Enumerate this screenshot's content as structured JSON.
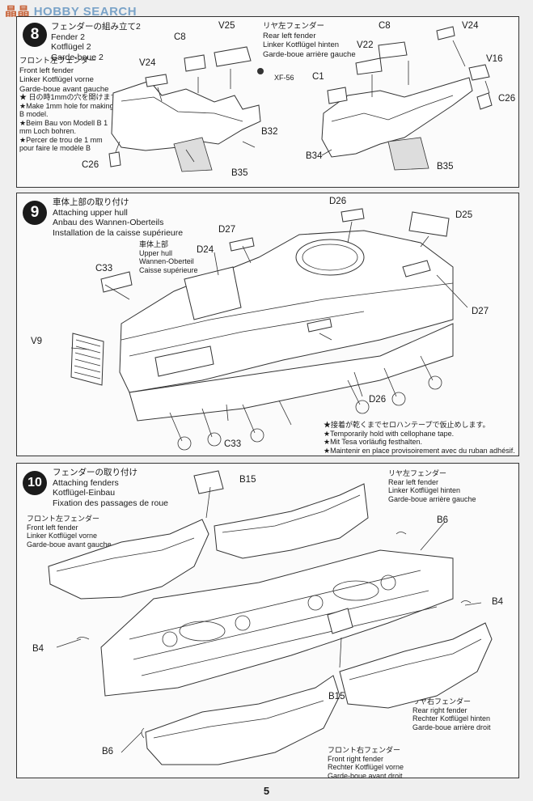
{
  "watermark": {
    "cn": "晶晶",
    "en": "HOBBY SEARCH"
  },
  "page_number": "5",
  "step8": {
    "number": "8",
    "title": [
      "フェンダーの組み立て2",
      "Fender 2",
      "Kotflügel 2",
      "Garde-boue 2"
    ],
    "front_left": [
      "フロント左フェンダー",
      "Front left fender",
      "Linker Kotflügel vorne",
      "Garde-boue avant gauche"
    ],
    "note": [
      "★ 日の時1mmの穴を開けます。",
      "★Make 1mm hole for making",
      "   B model.",
      "★Beim Bau von Modell B  1",
      "mm Loch bohren.",
      "★Percer de trou de 1 mm",
      "pour faire le modèle B"
    ],
    "rear_left": [
      "リヤ左フェンダー",
      "Rear left fender",
      "Linker Kotflügel hinten",
      "Garde-boue arrière gauche"
    ],
    "parts": {
      "c8a": "C8",
      "v25": "V25",
      "xf56": "XF-56",
      "v24a": "V24",
      "b32": "B32",
      "b35a": "B35",
      "c26a": "C26",
      "c8b": "C8",
      "v24b": "V24",
      "v22": "V22",
      "c1": "C1",
      "v16": "V16",
      "c26b": "C26",
      "b34": "B34",
      "b35b": "B35"
    }
  },
  "step9": {
    "number": "9",
    "title": [
      "車体上部の取り付け",
      "Attaching upper hull",
      "Anbau des Wannen-Oberteils",
      "Installation de la caisse supérieure"
    ],
    "upper_hull": [
      "車体上部",
      "Upper hull",
      "Wannen-Oberteil",
      "Caisse supérieure"
    ],
    "note": [
      "★接着が乾くまでセロハンテープで仮止めします。",
      "★Temporarily hold with cellophane tape.",
      "★Mit Tesa vorläufig festhalten.",
      "★Maintenir en place provisoirement avec du ruban adhésif."
    ],
    "parts": {
      "d26a": "D26",
      "d25": "D25",
      "d27a": "D27",
      "d24": "D24",
      "c33a": "C33",
      "v9": "V9",
      "d27b": "D27",
      "d26b": "D26",
      "c33b": "C33"
    }
  },
  "step10": {
    "number": "10",
    "title": [
      "フェンダーの取り付け",
      "Attaching fenders",
      "Kotflügel-Einbau",
      "Fixation des passages de roue"
    ],
    "front_left": [
      "フロント左フェンダー",
      "Front left fender",
      "Linker Kotflügel vorne",
      "Garde-boue avant gauche"
    ],
    "rear_left": [
      "リヤ左フェンダー",
      "Rear left fender",
      "Linker Kotflügel hinten",
      "Garde-boue arrière gauche"
    ],
    "rear_right": [
      "リヤ右フェンダー",
      "Rear right fender",
      "Rechter Kotflügel hinten",
      "Garde-boue arrière droit"
    ],
    "front_right": [
      "フロント右フェンダー",
      "Front right fender",
      "Rechter Kotflügel vorne",
      "Garde-boue avant droit"
    ],
    "parts": {
      "b15a": "B15",
      "b6a": "B6",
      "b4a": "B4",
      "b4b": "B4",
      "b15b": "B15",
      "b6b": "B6"
    }
  }
}
